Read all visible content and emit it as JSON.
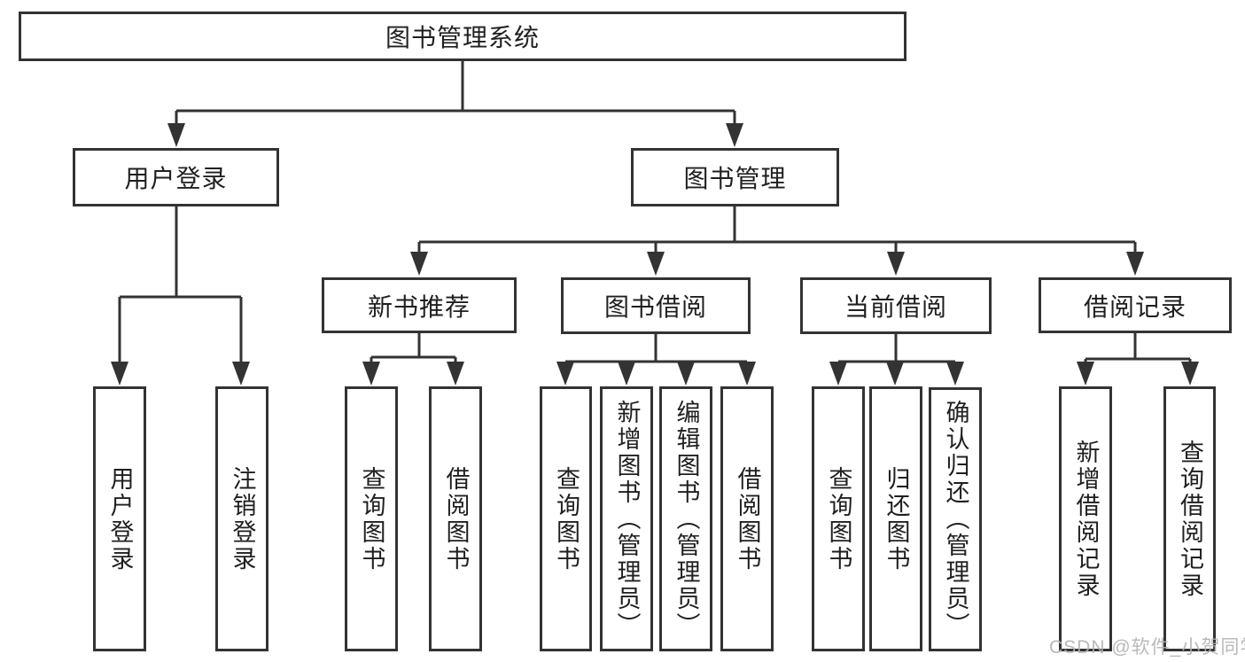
{
  "tree": {
    "label": "图书管理系统",
    "children": [
      {
        "label": "用户登录",
        "children": [
          {
            "label": "用户登录"
          },
          {
            "label": "注销登录"
          }
        ]
      },
      {
        "label": "图书管理",
        "children": [
          {
            "label": "新书推荐",
            "children": [
              {
                "label": "查询图书"
              },
              {
                "label": "借阅图书"
              }
            ]
          },
          {
            "label": "图书借阅",
            "children": [
              {
                "label": "查询图书"
              },
              {
                "label": "新增图书（管理员）"
              },
              {
                "label": "编辑图书（管理员）"
              },
              {
                "label": "借阅图书"
              }
            ]
          },
          {
            "label": "当前借阅",
            "children": [
              {
                "label": "查询图书"
              },
              {
                "label": "归还图书"
              },
              {
                "label": "确认归还（管理员）"
              }
            ]
          },
          {
            "label": "借阅记录",
            "children": [
              {
                "label": "新增借阅记录"
              },
              {
                "label": "查询借阅记录"
              }
            ]
          }
        ]
      }
    ]
  },
  "watermark": {
    "text": "CSDN @软件_小贺同学"
  },
  "colors": {
    "line": "#333333",
    "box_border": "#333333",
    "text": "#1f1f1f",
    "watermark": "#b1b1b1",
    "background": "#ffffff"
  }
}
